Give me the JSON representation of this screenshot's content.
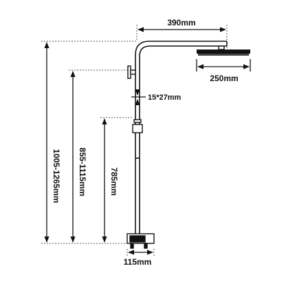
{
  "dimensions": {
    "arm_width": "390mm",
    "head_width": "250mm",
    "pipe_section": "15*27mm",
    "total_height_range": "1005-1265mm",
    "bracket_height_range": "855-1115mm",
    "slider_height": "785mm",
    "mixer_width": "115mm"
  },
  "colors": {
    "line": "#111111",
    "dashed": "#555555",
    "background": "#ffffff"
  }
}
